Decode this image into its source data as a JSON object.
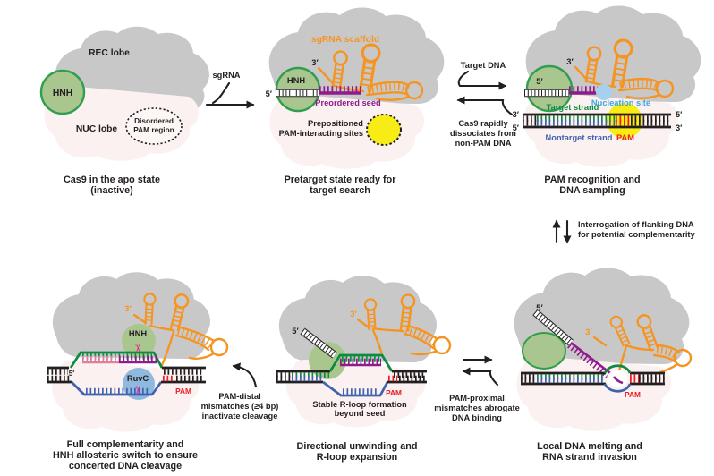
{
  "figure": {
    "icons": {
      "scissors": "✂"
    },
    "colors": {
      "rec_lobe_gray": "#c9c8c8",
      "nuc_lobe_pink": "#faf1f0",
      "hnh_fill_green": "#a9c68f",
      "hnh_stroke_green": "#2f9e4e",
      "sgrna_orange": "#f49523",
      "seed_purple": "#8f1b8d",
      "target_strand_green": "#0e8a42",
      "nontarget_strand_blue": "#3f63af",
      "pam_red": "#ed1c24",
      "pam_yellow": "#f8ec16",
      "nucleation_blue": "#a8d0ec",
      "rna_pink": "#df7f9b",
      "ruvc_blue": "#8fb9df",
      "scissors_magenta": "#ec1e8c",
      "text_black": "#231f20"
    },
    "panels": {
      "apo": {
        "rec_lobe": "REC lobe",
        "nuc_lobe": "NUC lobe",
        "hnh": "HNH",
        "disordered_line1": "Disordered",
        "disordered_line2": "PAM region",
        "caption_line1": "Cas9 in the apo state",
        "caption_line2": "(inactive)"
      },
      "pretarget": {
        "scaffold_label": "sgRNA scaffold",
        "hnh": "HNH",
        "three_prime": "3′",
        "five_prime": "5′",
        "seed_label": "Preordered seed",
        "prepositioned_line1": "Prepositioned",
        "prepositioned_line2": "PAM-interacting sites",
        "caption_line1": "Pretarget state ready for",
        "caption_line2": "target search"
      },
      "pam_recognition": {
        "three_prime_rna": "3′",
        "five_prime_rna": "5′",
        "top_left_end": "3′",
        "top_right_end": "5′",
        "bottom_left_end": "5′",
        "bottom_right_end": "3′",
        "nucleation": "Nucleation site",
        "target_strand": "Target strand",
        "nontarget_strand": "Nontarget strand",
        "pam": "PAM",
        "caption_line1": "PAM recognition and",
        "caption_line2": "DNA sampling"
      },
      "local_melting": {
        "five_prime": "5′",
        "three_prime": "3′",
        "pam": "PAM",
        "caption_line1": "Local DNA melting and",
        "caption_line2": "RNA strand invasion"
      },
      "directional_unwinding": {
        "five_prime": "5′",
        "three_prime": "3′",
        "pam": "PAM",
        "rloop_line1": "Stable R-loop formation",
        "rloop_line2": "beyond seed",
        "caption_line1": "Directional unwinding and",
        "caption_line2": "R-loop expansion"
      },
      "full_complementarity": {
        "three_prime": "3′",
        "five_prime": "5′",
        "hnh": "HNH",
        "ruvc": "RuvC",
        "pam": "PAM",
        "caption_line1": "Full complementarity and",
        "caption_line2": "HNH allosteric switch to ensure",
        "caption_line3": "concerted DNA cleavage"
      }
    },
    "transitions": {
      "sgrna": "sgRNA",
      "target_dna": "Target DNA",
      "dissociate_line1": "Cas9 rapidly",
      "dissociate_line2": "dissociates from",
      "dissociate_line3": "non-PAM DNA",
      "interrogation_line1": "Interrogation of flanking DNA",
      "interrogation_line2": "for potential complementarity",
      "pam_proximal_line1": "PAM-proximal",
      "pam_proximal_line2": "mismatches abrogate",
      "pam_proximal_line3": "DNA binding",
      "pam_distal_line1": "PAM-distal",
      "pam_distal_line2": "mismatches (≥4 bp)",
      "pam_distal_line3": "inactivate cleavage"
    }
  }
}
